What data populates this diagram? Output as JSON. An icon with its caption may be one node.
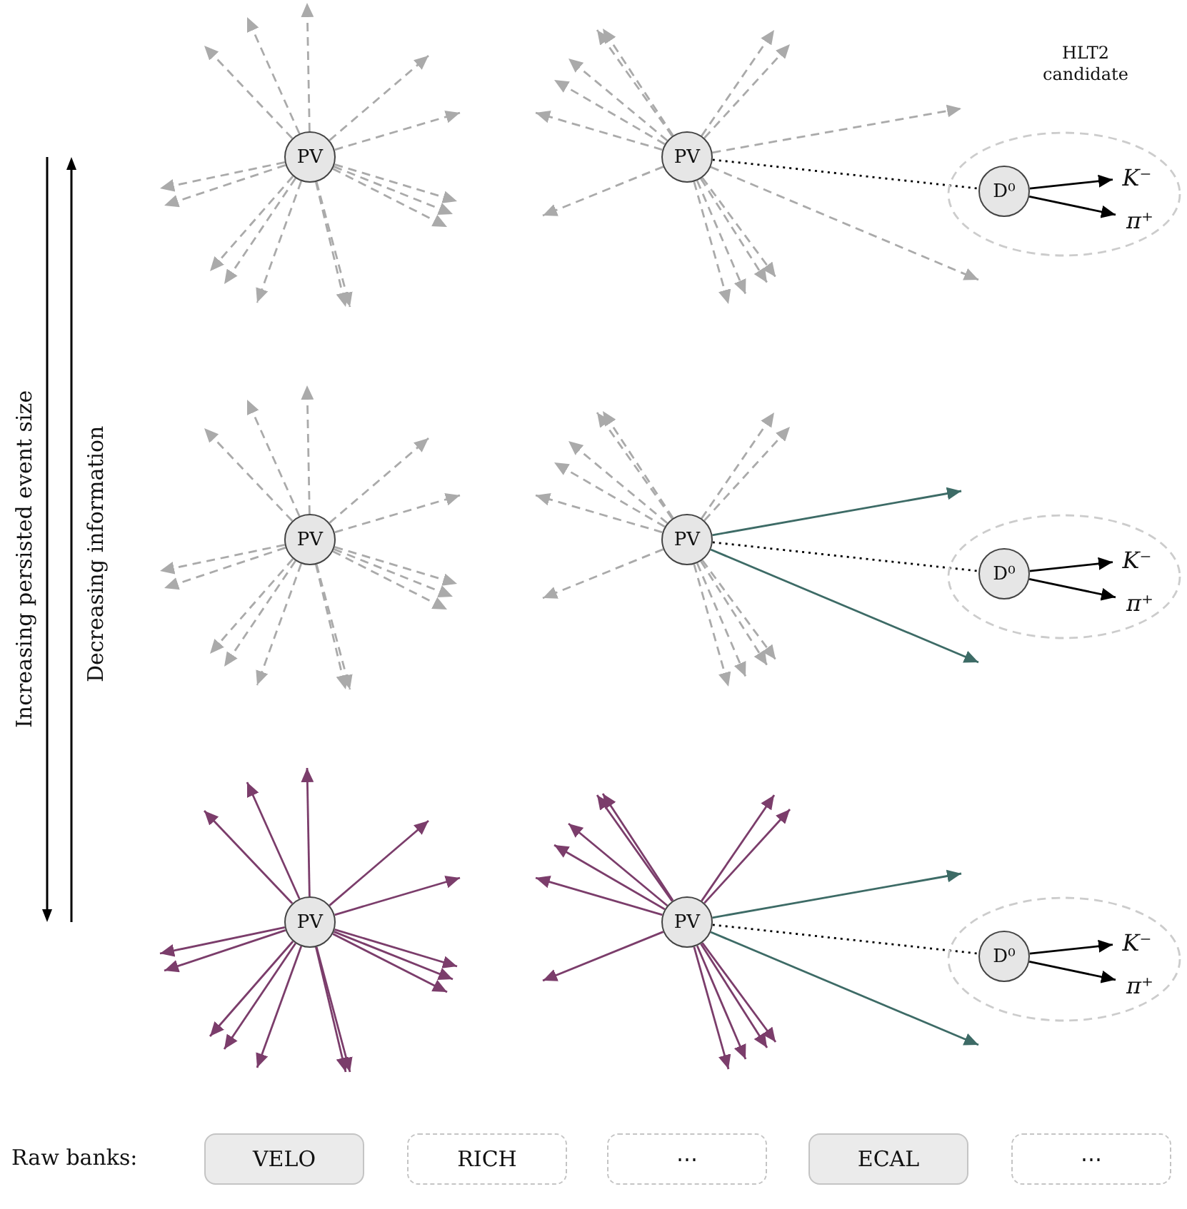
{
  "diagram": {
    "nodes": [
      {
        "text": [
          "PV"
        ]
      },
      {
        "text": [
          "PV"
        ]
      },
      {
        "text": [
          "HLT2 candidate"
        ]
      },
      {
        "text": [
          "D⁰"
        ],
        "in": 2
      },
      {
        "text": [
          "K⁻"
        ],
        "in": 2
      },
      {
        "text": [
          "π⁺"
        ],
        "in": 2
      },
      {
        "text": [
          "PV"
        ]
      },
      {
        "text": [
          "PV"
        ]
      },
      {
        "text": [],
        "shape": "ellipse"
      },
      {
        "text": [
          "D⁰"
        ],
        "in": 8
      },
      {
        "text": [
          "K⁻"
        ],
        "in": 8
      },
      {
        "text": [
          "π⁺"
        ],
        "in": 8
      },
      {
        "text": [
          "PV"
        ]
      },
      {
        "text": [
          "PV"
        ]
      },
      {
        "text": [],
        "shape": "ellipse"
      },
      {
        "text": [
          "D⁰"
        ],
        "in": 14
      },
      {
        "text": [
          "K⁻"
        ],
        "in": 14
      },
      {
        "text": [
          "π⁺"
        ],
        "in": 14
      },
      {
        "text": [
          "VELO"
        ]
      },
      {
        "text": [
          "RICH"
        ]
      },
      {
        "text": [
          "⋯"
        ]
      },
      {
        "text": [
          "ECAL"
        ]
      },
      {
        "text": [
          "⋯"
        ]
      }
    ],
    "edges": [
      {
        "from": 0,
        "to": null,
        "arrow": "to",
        "style": "dashed",
        "color": "#aaaaaa"
      },
      {
        "from": 0,
        "to": null,
        "arrow": "to",
        "style": "dashed",
        "color": "#aaaaaa"
      },
      {
        "from": 0,
        "to": null,
        "arrow": "to",
        "style": "dashed",
        "color": "#aaaaaa"
      },
      {
        "from": 0,
        "to": null,
        "arrow": "to",
        "style": "dashed",
        "color": "#aaaaaa"
      },
      {
        "from": 0,
        "to": null,
        "arrow": "to",
        "style": "dashed",
        "color": "#aaaaaa"
      },
      {
        "from": 0,
        "to": null,
        "arrow": "to",
        "style": "dashed",
        "color": "#aaaaaa"
      },
      {
        "from": 0,
        "to": null,
        "arrow": "to",
        "style": "dashed",
        "color": "#aaaaaa"
      },
      {
        "from": 0,
        "to": null,
        "arrow": "to",
        "style": "dashed",
        "color": "#aaaaaa"
      },
      {
        "from": 0,
        "to": null,
        "arrow": "to",
        "style": "dashed",
        "color": "#aaaaaa"
      },
      {
        "from": 0,
        "to": null,
        "arrow": "to",
        "style": "dashed",
        "color": "#aaaaaa"
      },
      {
        "from": 0,
        "to": null,
        "arrow": "to",
        "style": "dashed",
        "color": "#aaaaaa"
      },
      {
        "from": 0,
        "to": null,
        "arrow": "to",
        "style": "dashed",
        "color": "#aaaaaa"
      },
      {
        "from": 0,
        "to": null,
        "arrow": "to",
        "style": "dashed",
        "color": "#aaaaaa"
      },
      {
        "from": 0,
        "to": null,
        "arrow": "to",
        "style": "dashed",
        "color": "#aaaaaa"
      },
      {
        "from": 0,
        "to": null,
        "arrow": "to",
        "style": "dashed",
        "color": "#aaaaaa"
      },
      {
        "from": 1,
        "to": null,
        "arrow": "to",
        "style": "dashed",
        "color": "#aaaaaa"
      },
      {
        "from": 1,
        "to": null,
        "arrow": "to",
        "style": "dashed",
        "color": "#aaaaaa"
      },
      {
        "from": 1,
        "to": null,
        "arrow": "to",
        "style": "dashed",
        "color": "#aaaaaa"
      },
      {
        "from": 1,
        "to": null,
        "arrow": "to",
        "style": "dashed",
        "color": "#aaaaaa"
      },
      {
        "from": 1,
        "to": null,
        "arrow": "to",
        "style": "dashed",
        "color": "#aaaaaa"
      },
      {
        "from": 1,
        "to": null,
        "arrow": "to",
        "style": "dashed",
        "color": "#aaaaaa"
      },
      {
        "from": 1,
        "to": null,
        "arrow": "to",
        "style": "dashed",
        "color": "#aaaaaa"
      },
      {
        "from": 1,
        "to": null,
        "arrow": "to",
        "style": "dashed",
        "color": "#aaaaaa"
      },
      {
        "from": 1,
        "to": null,
        "arrow": "to",
        "style": "dashed",
        "color": "#aaaaaa"
      },
      {
        "from": 1,
        "to": null,
        "arrow": "to",
        "style": "dashed",
        "color": "#aaaaaa"
      },
      {
        "from": 1,
        "to": null,
        "arrow": "to",
        "style": "dashed",
        "color": "#aaaaaa"
      },
      {
        "from": 1,
        "to": null,
        "arrow": "to",
        "style": "dashed",
        "color": "#aaaaaa"
      },
      {
        "from": 1,
        "to": null,
        "arrow": "to",
        "style": "dashed",
        "color": "#aaaaaa"
      },
      {
        "from": 1,
        "to": null,
        "arrow": "to",
        "style": "dashed",
        "color": "#aaaaaa"
      },
      {
        "from": 1,
        "to": 3,
        "arrow": "none",
        "style": "dashed",
        "color": "#000000"
      },
      {
        "from": 3,
        "to": 4,
        "arrow": "to",
        "color": "#000000"
      },
      {
        "from": 3,
        "to": 5,
        "arrow": "to",
        "color": "#000000"
      },
      {
        "from": 6,
        "to": null,
        "arrow": "to",
        "style": "dashed",
        "color": "#aaaaaa"
      },
      {
        "from": 6,
        "to": null,
        "arrow": "to",
        "style": "dashed",
        "color": "#aaaaaa"
      },
      {
        "from": 6,
        "to": null,
        "arrow": "to",
        "style": "dashed",
        "color": "#aaaaaa"
      },
      {
        "from": 6,
        "to": null,
        "arrow": "to",
        "style": "dashed",
        "color": "#aaaaaa"
      },
      {
        "from": 6,
        "to": null,
        "arrow": "to",
        "style": "dashed",
        "color": "#aaaaaa"
      },
      {
        "from": 6,
        "to": null,
        "arrow": "to",
        "style": "dashed",
        "color": "#aaaaaa"
      },
      {
        "from": 6,
        "to": null,
        "arrow": "to",
        "style": "dashed",
        "color": "#aaaaaa"
      },
      {
        "from": 6,
        "to": null,
        "arrow": "to",
        "style": "dashed",
        "color": "#aaaaaa"
      },
      {
        "from": 6,
        "to": null,
        "arrow": "to",
        "style": "dashed",
        "color": "#aaaaaa"
      },
      {
        "from": 6,
        "to": null,
        "arrow": "to",
        "style": "dashed",
        "color": "#aaaaaa"
      },
      {
        "from": 6,
        "to": null,
        "arrow": "to",
        "style": "dashed",
        "color": "#aaaaaa"
      },
      {
        "from": 6,
        "to": null,
        "arrow": "to",
        "style": "dashed",
        "color": "#aaaaaa"
      },
      {
        "from": 6,
        "to": null,
        "arrow": "to",
        "style": "dashed",
        "color": "#aaaaaa"
      },
      {
        "from": 6,
        "to": null,
        "arrow": "to",
        "style": "dashed",
        "color": "#aaaaaa"
      },
      {
        "from": 6,
        "to": null,
        "arrow": "to",
        "style": "dashed",
        "color": "#aaaaaa"
      },
      {
        "from": 7,
        "to": null,
        "arrow": "to",
        "style": "dashed",
        "color": "#aaaaaa"
      },
      {
        "from": 7,
        "to": null,
        "arrow": "to",
        "style": "dashed",
        "color": "#aaaaaa"
      },
      {
        "from": 7,
        "to": null,
        "arrow": "to",
        "style": "dashed",
        "color": "#aaaaaa"
      },
      {
        "from": 7,
        "to": null,
        "arrow": "to",
        "style": "dashed",
        "color": "#aaaaaa"
      },
      {
        "from": 7,
        "to": null,
        "arrow": "to",
        "style": "dashed",
        "color": "#aaaaaa"
      },
      {
        "from": 7,
        "to": null,
        "arrow": "to",
        "style": "dashed",
        "color": "#aaaaaa"
      },
      {
        "from": 7,
        "to": null,
        "arrow": "to",
        "style": "dashed",
        "color": "#aaaaaa"
      },
      {
        "from": 7,
        "to": null,
        "arrow": "to",
        "style": "dashed",
        "color": "#aaaaaa"
      },
      {
        "from": 7,
        "to": null,
        "arrow": "to",
        "style": "dashed",
        "color": "#aaaaaa"
      },
      {
        "from": 7,
        "to": null,
        "arrow": "to",
        "style": "dashed",
        "color": "#aaaaaa"
      },
      {
        "from": 7,
        "to": null,
        "arrow": "to",
        "style": "dashed",
        "color": "#aaaaaa"
      },
      {
        "from": 7,
        "to": null,
        "arrow": "to",
        "style": "dashed",
        "color": "#aaaaaa"
      },
      {
        "from": 7,
        "to": null,
        "arrow": "to",
        "color": "#3d6b66"
      },
      {
        "from": 7,
        "to": null,
        "arrow": "to",
        "color": "#3d6b66"
      },
      {
        "from": 7,
        "to": 9,
        "arrow": "none",
        "style": "dashed",
        "color": "#000000"
      },
      {
        "from": 9,
        "to": 10,
        "arrow": "to",
        "color": "#000000"
      },
      {
        "from": 9,
        "to": 11,
        "arrow": "to",
        "color": "#000000"
      },
      {
        "from": 12,
        "to": null,
        "arrow": "to",
        "color": "#7b3d6b"
      },
      {
        "from": 12,
        "to": null,
        "arrow": "to",
        "color": "#7b3d6b"
      },
      {
        "from": 12,
        "to": null,
        "arrow": "to",
        "color": "#7b3d6b"
      },
      {
        "from": 12,
        "to": null,
        "arrow": "to",
        "color": "#7b3d6b"
      },
      {
        "from": 12,
        "to": null,
        "arrow": "to",
        "color": "#7b3d6b"
      },
      {
        "from": 12,
        "to": null,
        "arrow": "to",
        "color": "#7b3d6b"
      },
      {
        "from": 12,
        "to": null,
        "arrow": "to",
        "color": "#7b3d6b"
      },
      {
        "from": 12,
        "to": null,
        "arrow": "to",
        "color": "#7b3d6b"
      },
      {
        "from": 12,
        "to": null,
        "arrow": "to",
        "color": "#7b3d6b"
      },
      {
        "from": 12,
        "to": null,
        "arrow": "to",
        "color": "#7b3d6b"
      },
      {
        "from": 12,
        "to": null,
        "arrow": "to",
        "color": "#7b3d6b"
      },
      {
        "from": 12,
        "to": null,
        "arrow": "to",
        "color": "#7b3d6b"
      },
      {
        "from": 12,
        "to": null,
        "arrow": "to",
        "color": "#7b3d6b"
      },
      {
        "from": 12,
        "to": null,
        "arrow": "to",
        "color": "#7b3d6b"
      },
      {
        "from": 12,
        "to": null,
        "arrow": "to",
        "color": "#7b3d6b"
      },
      {
        "from": 13,
        "to": null,
        "arrow": "to",
        "color": "#7b3d6b"
      },
      {
        "from": 13,
        "to": null,
        "arrow": "to",
        "color": "#7b3d6b"
      },
      {
        "from": 13,
        "to": null,
        "arrow": "to",
        "color": "#7b3d6b"
      },
      {
        "from": 13,
        "to": null,
        "arrow": "to",
        "color": "#7b3d6b"
      },
      {
        "from": 13,
        "to": null,
        "arrow": "to",
        "color": "#7b3d6b"
      },
      {
        "from": 13,
        "to": null,
        "arrow": "to",
        "color": "#7b3d6b"
      },
      {
        "from": 13,
        "to": null,
        "arrow": "to",
        "color": "#7b3d6b"
      },
      {
        "from": 13,
        "to": null,
        "arrow": "to",
        "color": "#7b3d6b"
      },
      {
        "from": 13,
        "to": null,
        "arrow": "to",
        "color": "#7b3d6b"
      },
      {
        "from": 13,
        "to": null,
        "arrow": "to",
        "color": "#7b3d6b"
      },
      {
        "from": 13,
        "to": null,
        "arrow": "to",
        "color": "#7b3d6b"
      },
      {
        "from": 13,
        "to": null,
        "arrow": "to",
        "color": "#7b3d6b"
      },
      {
        "from": 13,
        "to": null,
        "arrow": "to",
        "color": "#3d6b66"
      },
      {
        "from": 13,
        "to": null,
        "arrow": "to",
        "color": "#3d6b66"
      },
      {
        "from": 13,
        "to": 15,
        "arrow": "none",
        "style": "dashed",
        "color": "#000000"
      },
      {
        "from": 15,
        "to": 16,
        "arrow": "to",
        "color": "#000000"
      },
      {
        "from": 15,
        "to": 17,
        "arrow": "to",
        "color": "#000000"
      }
    ],
    "labels": [
      "Increasing persisted event size",
      "Decreasing information",
      "Raw banks:"
    ]
  }
}
